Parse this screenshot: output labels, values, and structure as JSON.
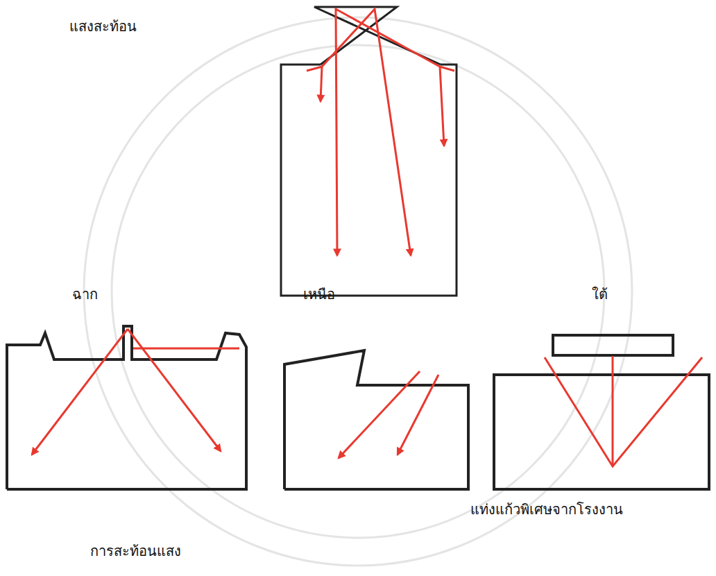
{
  "diagram": {
    "labels": [
      "แสงสะท้อน",
      "ฉาก",
      "เหนือ",
      "ใต้",
      "การสะท้อนแสง",
      "แท่งแก้วพิเศษจากโรงงาน"
    ]
  }
}
